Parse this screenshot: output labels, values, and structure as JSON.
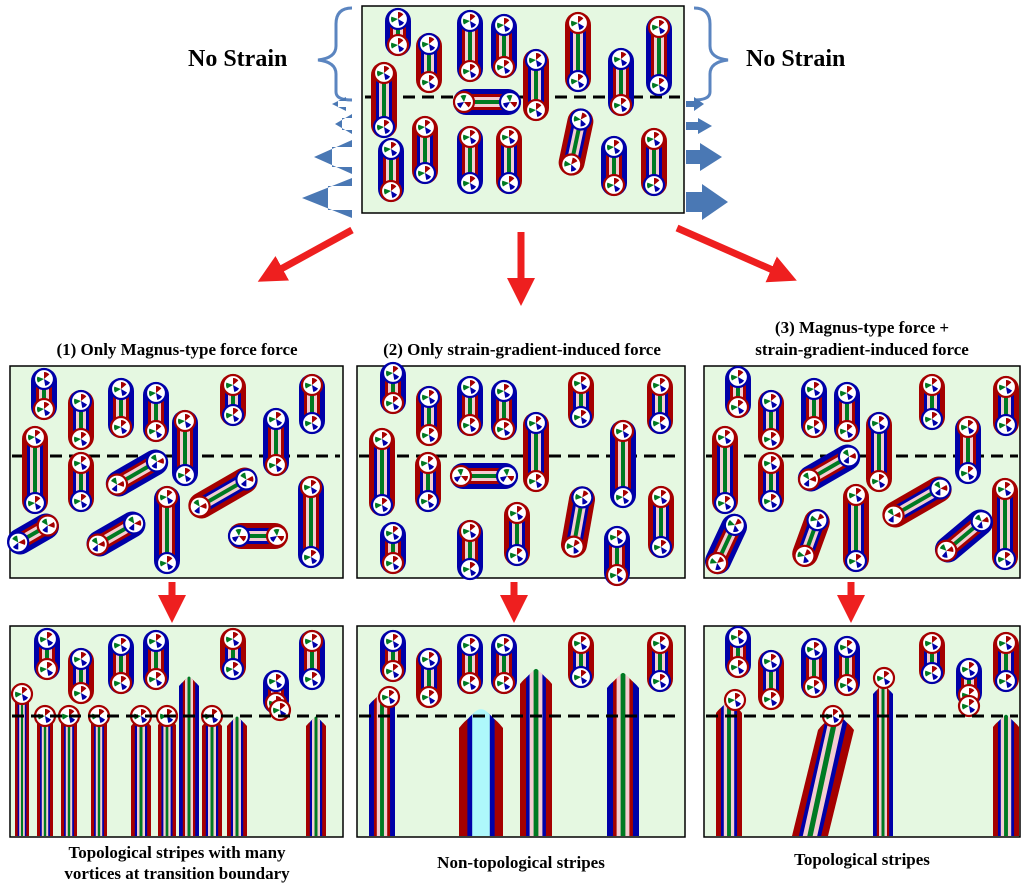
{
  "top": {
    "left_label": "No Strain",
    "right_label": "No Strain"
  },
  "panel_titles": {
    "p1": "(1) Only Magnus-type force force",
    "p2": "(2) Only strain-gradient-induced force",
    "p3_line1": "(3) Magnus-type force +",
    "p3_line2": "strain-gradient-induced force"
  },
  "bottom_captions": {
    "c1_line1": "Topological stripes with many",
    "c1_line2": "vortices at transition boundary",
    "c2": "Non-topological stripes",
    "c3": "Topological stripes"
  },
  "colors": {
    "panel_fill": "#e5f8e1",
    "ring_red": "#a50000",
    "ring_blue": "#0000a8",
    "core_green": "#007a22",
    "core_pink": "#f4cdd2",
    "arrow_red": "#ee1f1f",
    "arrow_blue": "#4a78b4",
    "stripe_cyan": "#aef8fb",
    "bracket_blue": "#5b85c0"
  }
}
